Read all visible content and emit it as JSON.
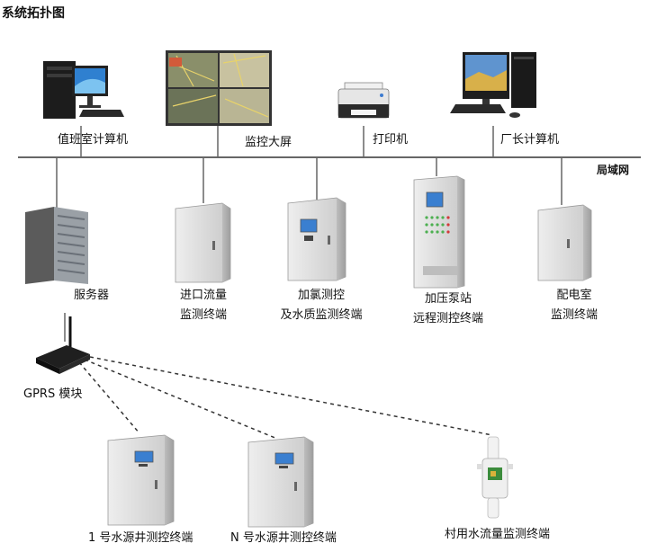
{
  "title": "系统拓扑图",
  "network_label": "局域网",
  "top_devices": [
    {
      "id": "duty",
      "label": "值班室计算机"
    },
    {
      "id": "screen",
      "label": "监控大屏"
    },
    {
      "id": "printer",
      "label": "打印机"
    },
    {
      "id": "director",
      "label": "厂长计算机"
    }
  ],
  "lan_devices": [
    {
      "id": "server",
      "label": "服务器"
    },
    {
      "id": "inlet",
      "lines": [
        "进口流量",
        "监测终端"
      ]
    },
    {
      "id": "chlorine",
      "lines": [
        "加氯测控",
        "及水质监测终端"
      ]
    },
    {
      "id": "booster",
      "lines": [
        "加压泵站",
        "远程测控终端"
      ]
    },
    {
      "id": "power",
      "lines": [
        "配电室",
        "监测终端"
      ]
    }
  ],
  "gprs": {
    "label": "GPRS 模块"
  },
  "remote_devices": [
    {
      "id": "well1",
      "label": "1 号水源井测控终端"
    },
    {
      "id": "wellN",
      "label": "N 号水源井测控终端"
    },
    {
      "id": "village",
      "label": "村用水流量监测终端"
    }
  ],
  "colors": {
    "line": "#666666",
    "cabinet": "#d8d8d8",
    "cabinet_edge": "#9a9a9a",
    "screen_blue": "#2f6fc0"
  }
}
